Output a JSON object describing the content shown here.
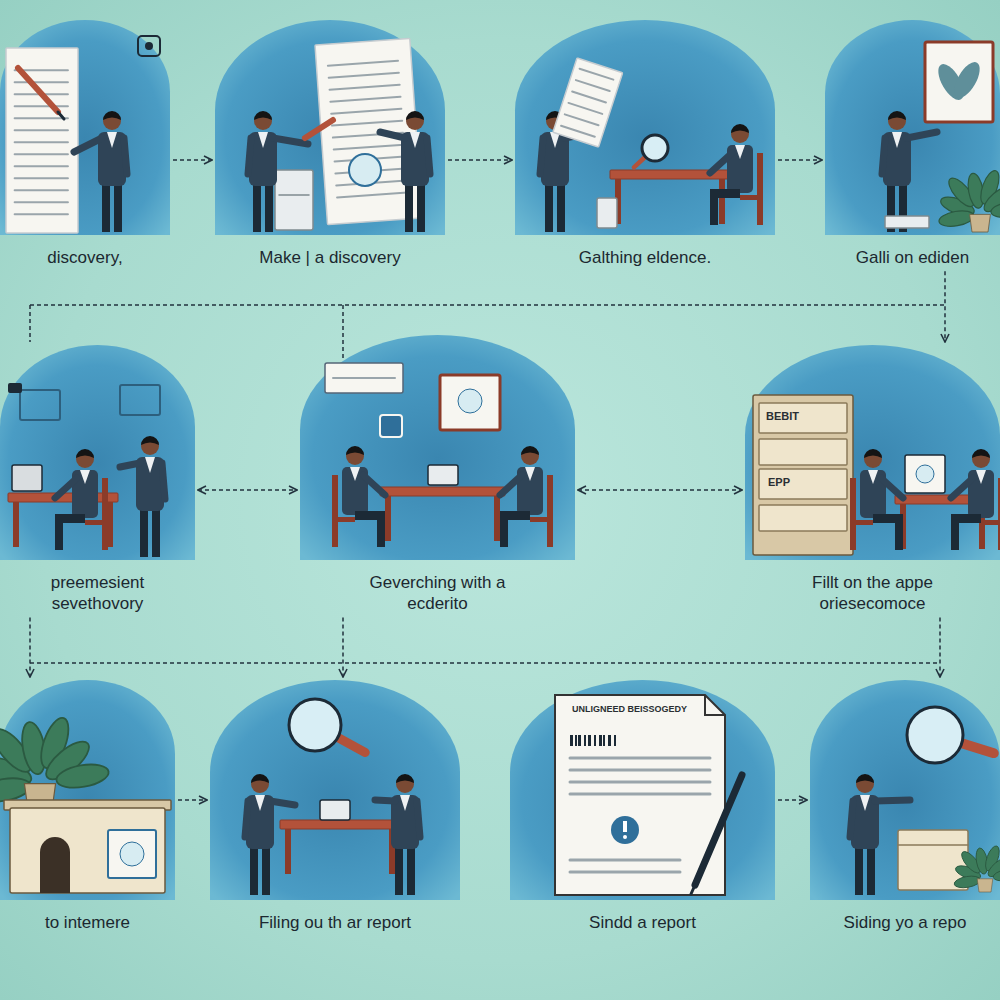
{
  "diagram": {
    "nodes": [
      {
        "text": [
          "discovery,"
        ]
      },
      {
        "text": [
          "Make | a discovery"
        ]
      },
      {
        "text": [
          "Galthing eldence."
        ]
      },
      {
        "text": [
          "Galli on ediden"
        ]
      },
      {
        "text": [
          "preemesient sevethovory"
        ]
      },
      {
        "text": [
          "Geverching with a ecderito"
        ]
      },
      {
        "text": [
          "Fillt on the appe oriesecomoce"
        ]
      },
      {
        "text": [
          "to intemere"
        ]
      },
      {
        "text": [
          "Filing ou th ar report"
        ]
      },
      {
        "text": [
          "Sindd a report"
        ]
      },
      {
        "text": [
          "Siding yo a repo"
        ]
      }
    ],
    "edges": [
      {
        "from": 0,
        "to": 1,
        "arrow": "to"
      },
      {
        "from": 1,
        "to": 2,
        "arrow": "to"
      },
      {
        "from": 2,
        "to": 3,
        "arrow": "to"
      },
      {
        "from": 3,
        "to": 6,
        "arrow": "to"
      },
      {
        "from": 4,
        "to": 5,
        "arrow": "both"
      },
      {
        "from": 5,
        "to": 6,
        "arrow": "both"
      },
      {
        "from": 4,
        "to": 7,
        "arrow": "to"
      },
      {
        "from": 5,
        "to": 8,
        "arrow": "to"
      },
      {
        "from": 6,
        "to": 10,
        "arrow": "to"
      },
      {
        "from": 7,
        "to": 8,
        "arrow": "to"
      },
      {
        "from": 9,
        "to": 10,
        "arrow": "to"
      }
    ],
    "labels": [
      "BEBIT",
      "EPP",
      "UNLIGNEED BEISSOGEDY"
    ]
  }
}
